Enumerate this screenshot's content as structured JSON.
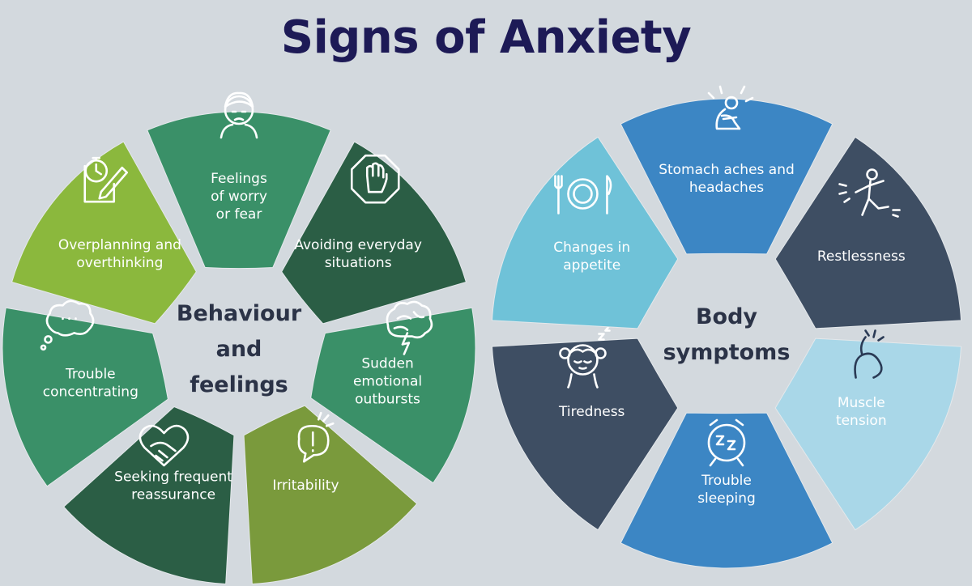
{
  "title": "Signs of Anxiety",
  "left_wheel": {
    "center_lines": [
      "Behaviour",
      "and",
      "feelings"
    ],
    "segments": [
      {
        "lines": [
          "Feelings",
          "of worry",
          "or fear"
        ],
        "icon": "worried-face-icon",
        "color": "#3a9068"
      },
      {
        "lines": [
          "Avoiding everyday",
          "situations"
        ],
        "icon": "stop-hand-icon",
        "color": "#2b5e45"
      },
      {
        "lines": [
          "Sudden",
          "emotional",
          "outbursts"
        ],
        "icon": "brain-lightning-icon",
        "color": "#3a9068"
      },
      {
        "lines": [
          "Irritability"
        ],
        "icon": "exclamation-speech-icon",
        "color": "#7a9a3c"
      },
      {
        "lines": [
          "Seeking frequent",
          "reassurance"
        ],
        "icon": "heart-handshake-icon",
        "color": "#2b5e45"
      },
      {
        "lines": [
          "Trouble",
          "concentrating"
        ],
        "icon": "thought-bubble-icon",
        "color": "#3a9068"
      },
      {
        "lines": [
          "Overplanning and",
          "overthinking"
        ],
        "icon": "stopwatch-pencil-icon",
        "color": "#8bb83d"
      }
    ]
  },
  "right_wheel": {
    "center_lines": [
      "Body",
      "symptoms"
    ],
    "segments": [
      {
        "lines": [
          "Stomach aches and",
          "headaches"
        ],
        "icon": "hunched-person-pain-icon",
        "color": "#3c86c4"
      },
      {
        "lines": [
          "Restlessness"
        ],
        "icon": "fidgeting-person-icon",
        "color": "#3e4e63"
      },
      {
        "lines": [
          "Muscle",
          "tension"
        ],
        "icon": "sore-knee-icon",
        "color": "#a9d7e8"
      },
      {
        "lines": [
          "Trouble",
          "sleeping"
        ],
        "icon": "alarm-clock-zzz-icon",
        "color": "#3c86c4"
      },
      {
        "lines": [
          "Tiredness"
        ],
        "icon": "sleepy-girl-icon",
        "color": "#3e4e63"
      },
      {
        "lines": [
          "Changes in",
          "appetite"
        ],
        "icon": "plate-cutlery-icon",
        "color": "#6fc2d8"
      }
    ]
  }
}
